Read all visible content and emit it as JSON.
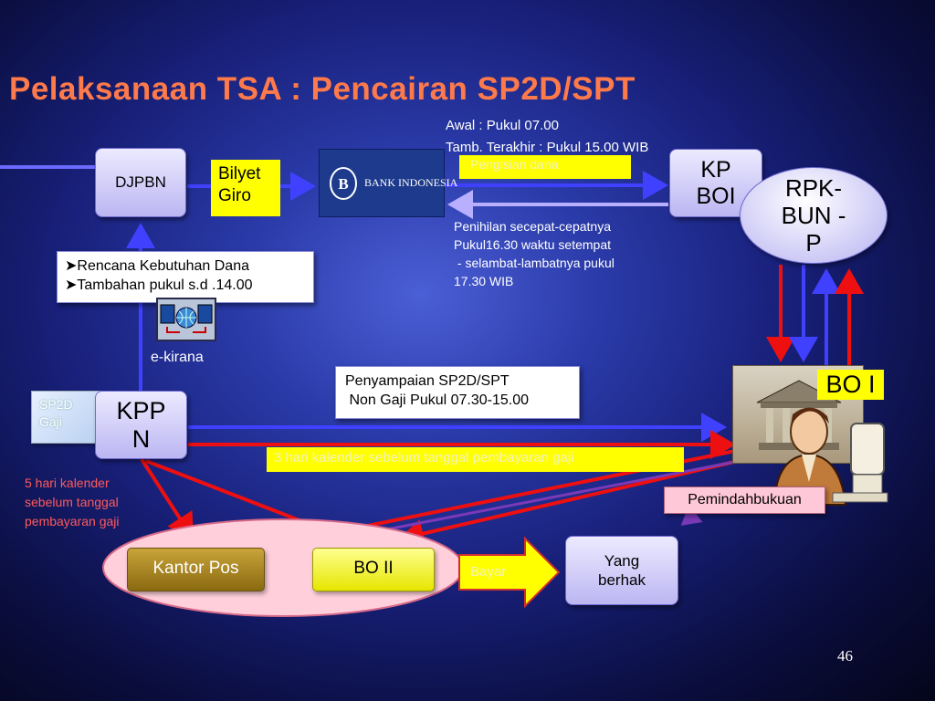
{
  "slide": {
    "title": "Pelaksanaan TSA : Pencairan SP2D/SPT",
    "page_number": "46"
  },
  "nodes": {
    "djpbn": "DJPBN",
    "bilyet_line1": "Bilyet",
    "bilyet_line2": "Giro",
    "bank_indonesia": "BANK INDONESIA",
    "kp_boi_line1": "KP",
    "kp_boi_line2": "BOI",
    "rpk_line1": "RPK-",
    "rpk_line2": "BUN -",
    "rpk_line3": "P",
    "kppn_line1": "KPP",
    "kppn_line2": "N",
    "sp2d_line1": "SP2D",
    "sp2d_line2": "Gaji",
    "bo_i": "BO I",
    "kantor_pos": "Kantor Pos",
    "bo_ii": "BO II",
    "yang_berhak_line1": "Yang",
    "yang_berhak_line2": "berhak",
    "e_kirana": "e-kirana"
  },
  "labels": {
    "awal": "Awal : Pukul 07.00",
    "tamb": "Tamb. Terakhir :  Pukul 15.00 WIB",
    "pengisian": "Pengisian dana",
    "penihilan_1": "Penihilan secepat-cepatnya",
    "penihilan_2": "Pukul16.30  waktu setempat",
    "penihilan_3": " - selambat-lambatnya pukul",
    "penihilan_4": "17.30 WIB",
    "rencana_1": "Rencana Kebutuhan  Dana",
    "rencana_2": "Tambahan pukul  s.d .14.00",
    "penyampaian_1": "Penyampaian SP2D/SPT",
    "penyampaian_2": " Non Gaji Pukul 07.30-15.00",
    "tiga_hari": "3 hari kalender sebelum tanggal pembayaran gaji",
    "lima_hari_1": "5 hari kalender",
    "lima_hari_2": "sebelum tanggal",
    "lima_hari_3": "pembayaran gaji",
    "pemindahbukuan": "Pemindahbukuan",
    "bayar": "Bayar"
  },
  "colors": {
    "title": "#ff7a4a",
    "arrow_blue": "#3a3aff",
    "arrow_red": "#ee1010",
    "highlight_yellow": "#ffff00"
  }
}
